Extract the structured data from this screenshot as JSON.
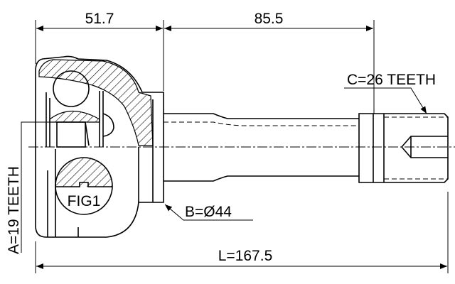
{
  "drawing": {
    "dimensions": {
      "housing_length": "51.7",
      "shaft_length": "85.5",
      "total_length": "L=167.5",
      "shaft_diameter": "B=Ø44",
      "outer_spline": "C=26 TEETH",
      "inner_spline": "A=19 TEETH"
    },
    "figure_label": "FIG1"
  }
}
